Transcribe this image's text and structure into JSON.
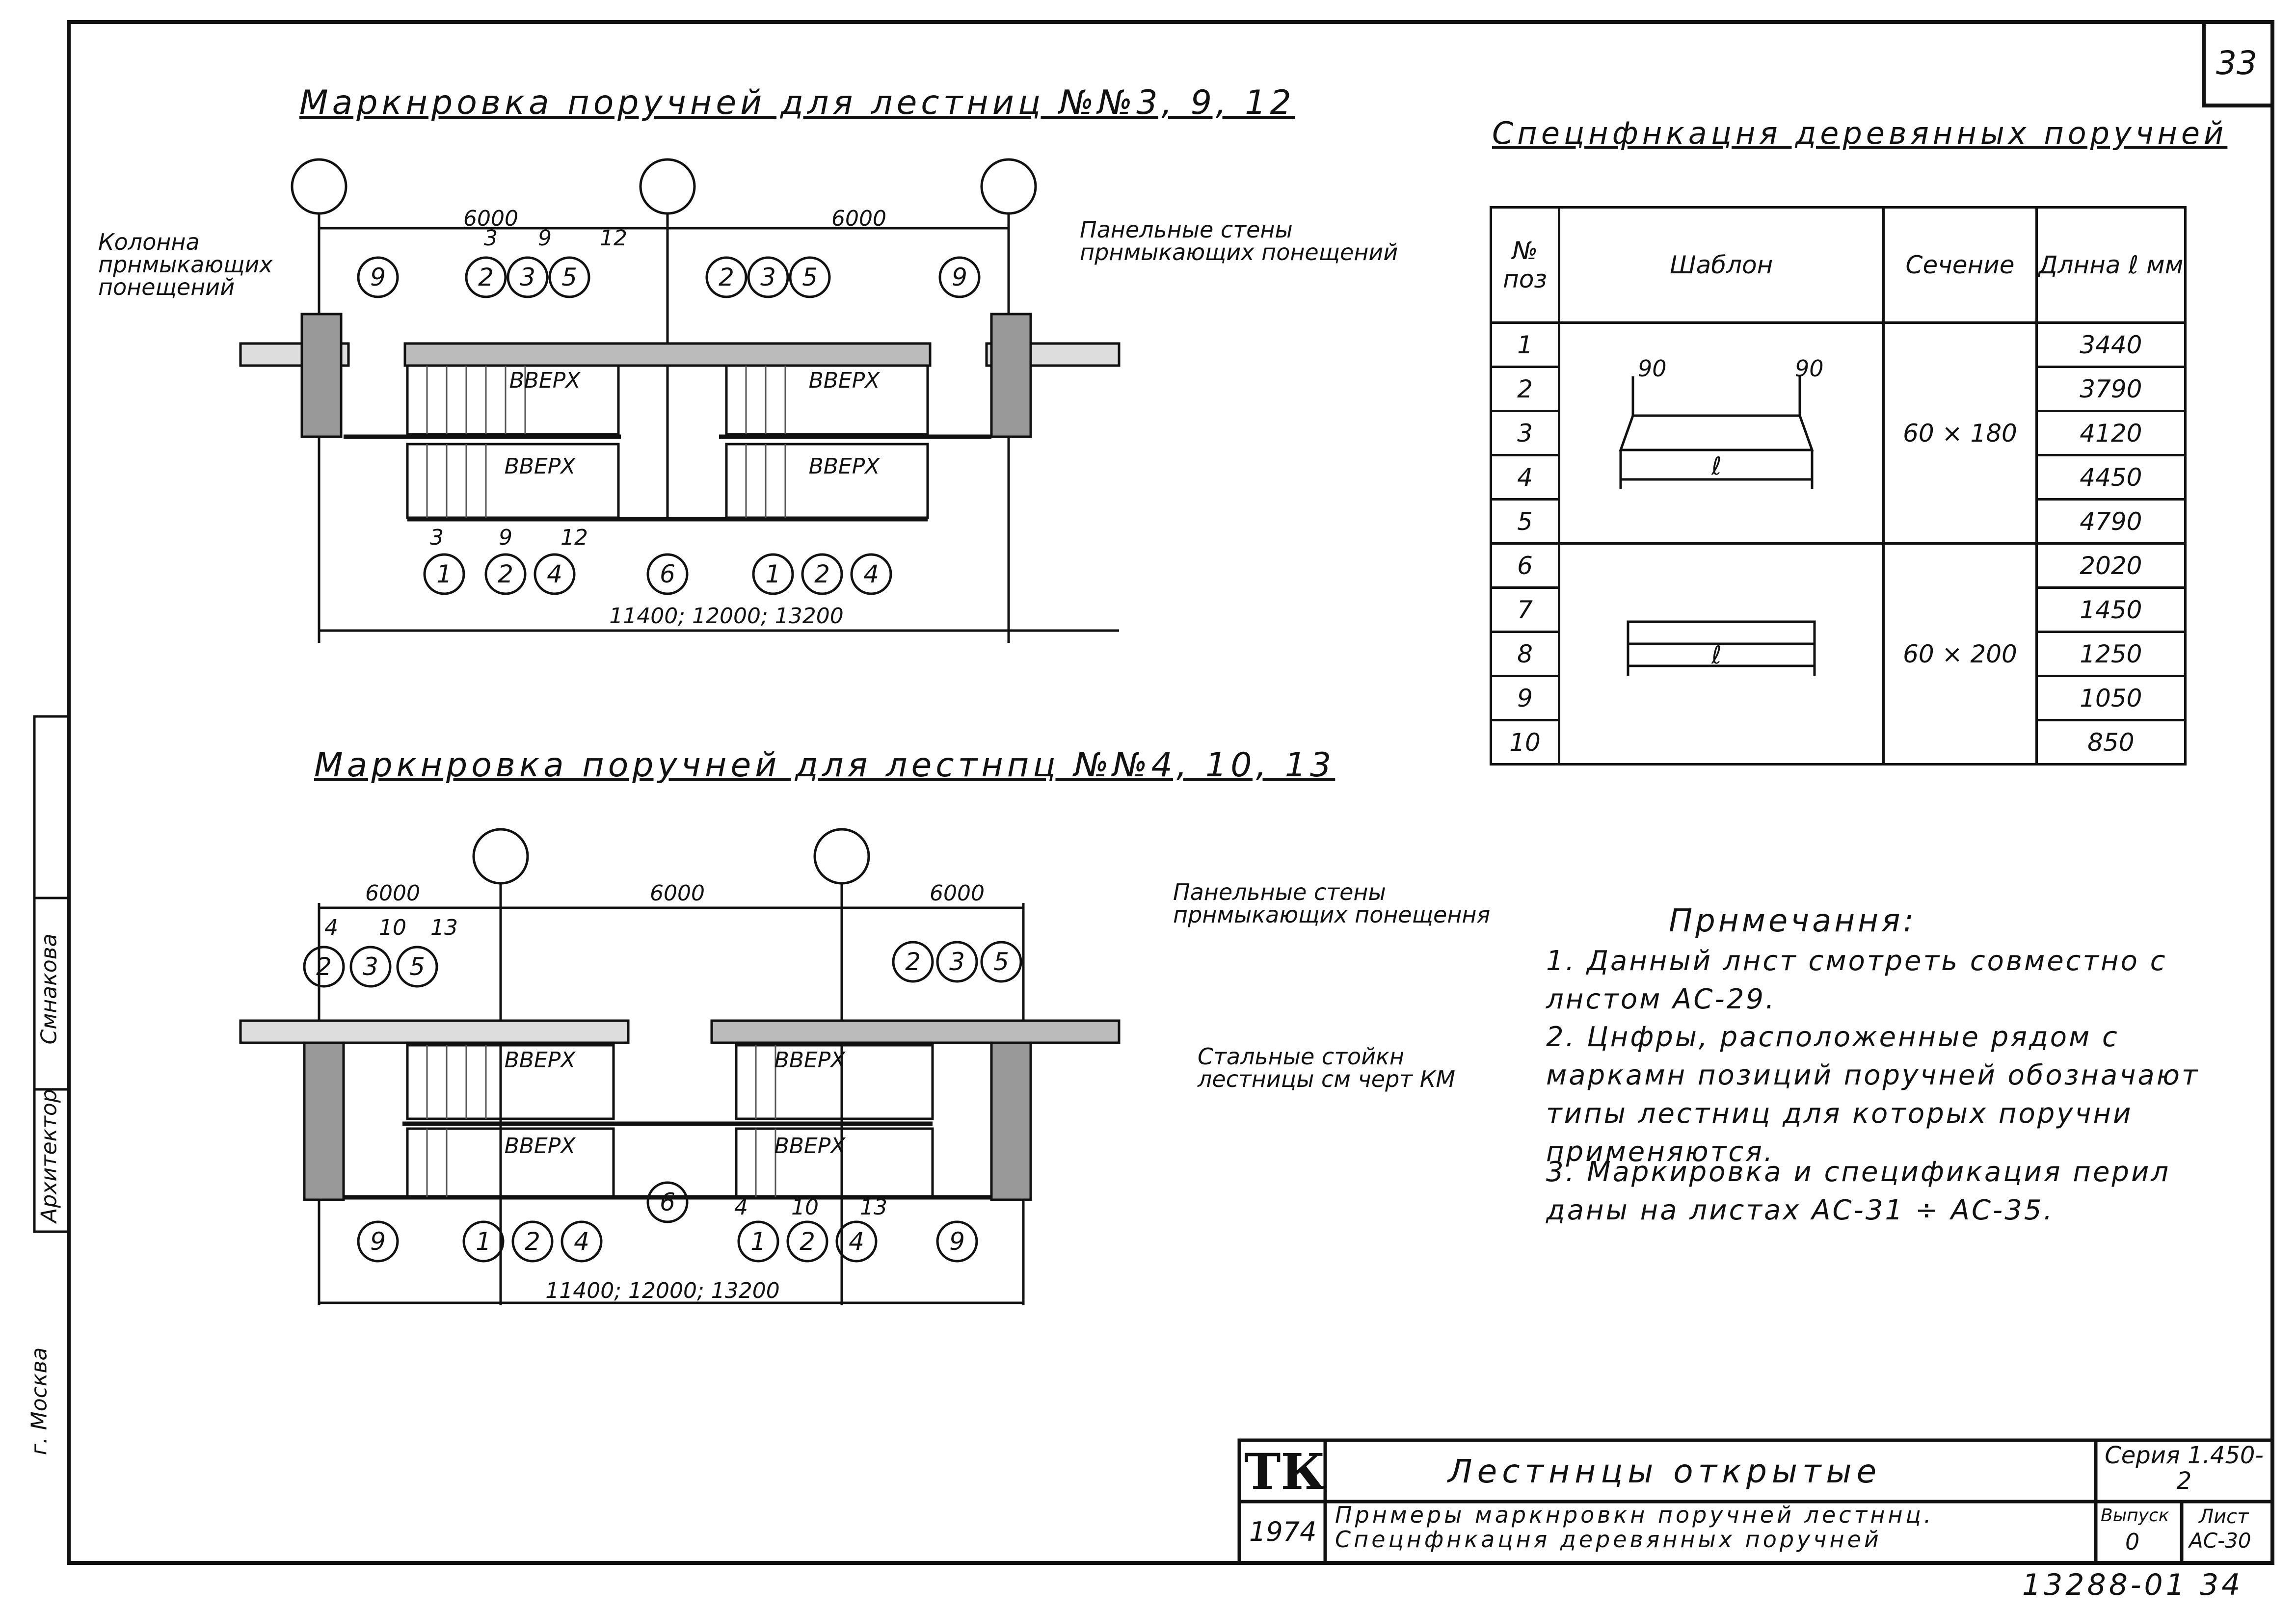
{
  "sheet_number": "33",
  "plan_top": {
    "title": "Маркнровка поручней для лестниц №№3, 9, 12",
    "dim_spans": [
      "6000",
      "6000"
    ],
    "overall_dim": "11400; 12000; 13200",
    "label_column": "Колонна прнмыкающих понещений",
    "label_walls": "Панельные стены прнмыкающих понещений",
    "up_label": "ВВЕРХ",
    "stair_numbers_top": [
      "3",
      "9",
      "12"
    ],
    "stair_numbers_bottom": [
      "3",
      "9",
      "12"
    ],
    "marks_top": [
      "9",
      "2",
      "3",
      "5",
      "2",
      "3",
      "5",
      "9"
    ],
    "marks_bottom": [
      "1",
      "2",
      "4",
      "6",
      "1",
      "2",
      "4"
    ]
  },
  "plan_bottom": {
    "title": "Маркнровка поручней для лестнпц №№4, 10, 13",
    "dim_spans": [
      "6000",
      "6000",
      "6000"
    ],
    "overall_dim": "11400; 12000; 13200",
    "label_walls": "Панельные стены прнмыкающих понещення",
    "label_posts": "Стальные стойкн лестницы см черт КМ",
    "up_label": "ВВЕРХ",
    "stair_numbers_top": [
      "4",
      "10",
      "13"
    ],
    "stair_numbers_bottom": [
      "4",
      "10",
      "13"
    ],
    "marks_top": [
      "2",
      "3",
      "5",
      "2",
      "3",
      "5"
    ],
    "marks_bottom": [
      "9",
      "1",
      "2",
      "4",
      "6",
      "1",
      "2",
      "4",
      "9"
    ]
  },
  "spec": {
    "title": "Спецнфнкацня деревянных поручней",
    "headers": {
      "pos": "№ поз",
      "template": "Шаблон",
      "section": "Сечение",
      "length": "Длнна ℓ мм"
    },
    "groups": [
      {
        "section": "60 × 180",
        "template_dims": [
          "90",
          "90"
        ],
        "template_len": "ℓ",
        "rows": [
          {
            "pos": "1",
            "len": "3440"
          },
          {
            "pos": "2",
            "len": "3790"
          },
          {
            "pos": "3",
            "len": "4120"
          },
          {
            "pos": "4",
            "len": "4450"
          },
          {
            "pos": "5",
            "len": "4790"
          }
        ]
      },
      {
        "section": "60 × 200",
        "template_len": "ℓ",
        "rows": [
          {
            "pos": "6",
            "len": "2020"
          },
          {
            "pos": "7",
            "len": "1450"
          },
          {
            "pos": "8",
            "len": "1250"
          },
          {
            "pos": "9",
            "len": "1050"
          },
          {
            "pos": "10",
            "len": "850"
          }
        ]
      }
    ]
  },
  "notes": {
    "title": "Прнмечання:",
    "items": [
      "1. Данный лнст смотреть совместно с лнстом АС-29.",
      "2. Цнфры, расположенные рядом с маркамн позиций поручней обозначают типы лестниц для которых поручни применяются.",
      "3. Маркировка и спецификация перил даны на листах АС-31 ÷ АС-35."
    ]
  },
  "title_block": {
    "logo": "ТК",
    "year": "1974",
    "name": "Лестннцы открытые",
    "description": "Прнмеры маркнровкн поручней лестннц. Спецнфнкацня деревянных поручней",
    "series_label": "Серия 1.450-2",
    "issue_label": "Выпуск",
    "issue": "0",
    "sheet_label": "Лист",
    "sheet": "АС-30"
  },
  "side_stamp": {
    "role": "Архитектор",
    "name": "Смнакова",
    "city": "г. Москва"
  },
  "archive_number": "13288-01 34"
}
